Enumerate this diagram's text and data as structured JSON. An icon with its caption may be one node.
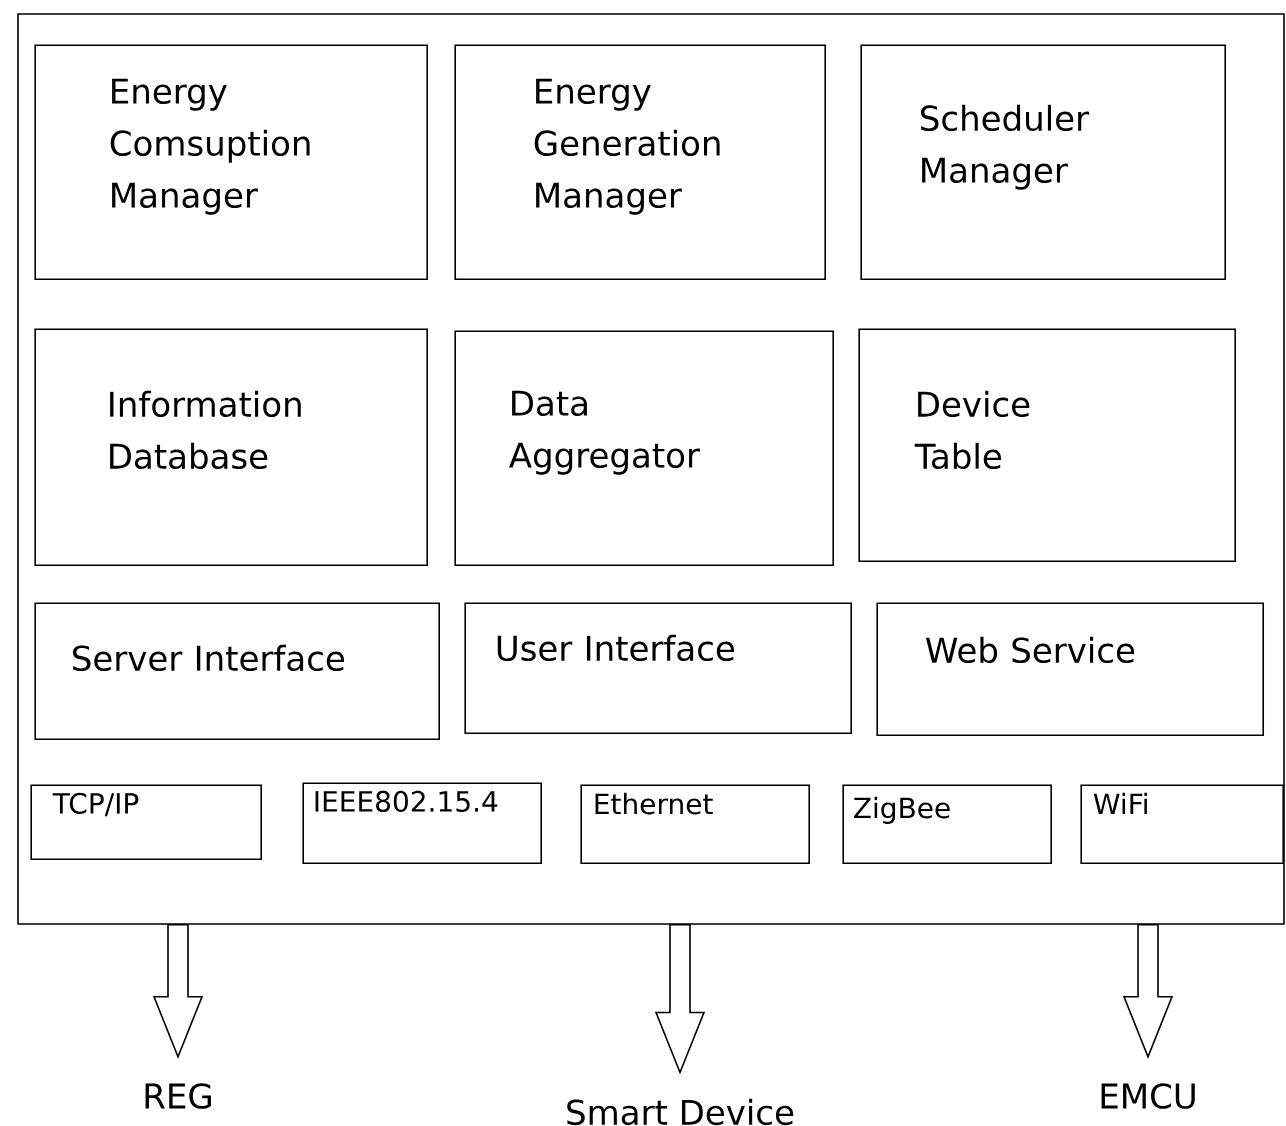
{
  "diagram": {
    "nodes": [
      {
        "text": [],
        "shape": "box"
      },
      {
        "text": [
          "Energy Comsuption Manager"
        ],
        "in": 0
      },
      {
        "text": [
          "Energy Generation Manager"
        ],
        "in": 0
      },
      {
        "text": [
          "Scheduler Manager"
        ],
        "in": 0
      },
      {
        "text": [
          "Information Database"
        ],
        "in": 0
      },
      {
        "text": [
          "Data Aggregator"
        ],
        "in": 0
      },
      {
        "text": [
          "Device Table"
        ],
        "in": 0
      },
      {
        "text": [
          "Server Interface"
        ],
        "in": 0
      },
      {
        "text": [
          "User Interface"
        ],
        "in": 0
      },
      {
        "text": [
          "Web Service"
        ],
        "in": 0
      },
      {
        "text": [
          "TCP/IP"
        ],
        "in": 0
      },
      {
        "text": [
          "IEEE802.15.4"
        ],
        "in": 0
      },
      {
        "text": [
          "Ethernet"
        ],
        "in": 0
      },
      {
        "text": [
          "ZigBee"
        ],
        "in": 0
      },
      {
        "text": [
          "WiFi"
        ],
        "in": 0
      },
      {
        "text": [
          "REG"
        ]
      },
      {
        "text": [
          "Smart Device"
        ]
      },
      {
        "text": [
          "EMCU"
        ]
      }
    ],
    "edges": [
      {
        "from": 0,
        "to": 15,
        "arrow": "to"
      },
      {
        "from": 0,
        "to": 16,
        "arrow": "to"
      },
      {
        "from": 0,
        "to": 17,
        "arrow": "to"
      }
    ]
  }
}
